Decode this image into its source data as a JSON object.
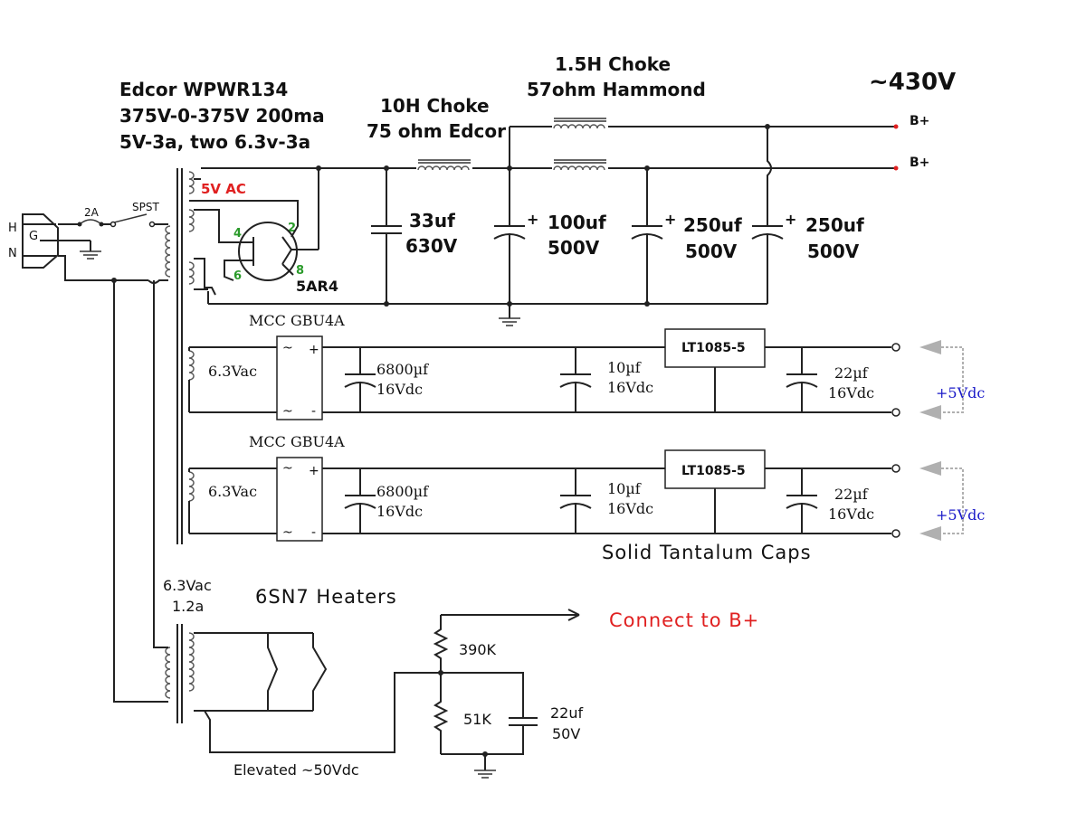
{
  "transformer_label": [
    "Edcor WPWR134",
    "375V-0-375V 200ma",
    "5V-3a, two 6.3v-3a"
  ],
  "choke_10h": [
    "10H Choke",
    "75 ohm Edcor"
  ],
  "choke_15h": [
    "1.5H Choke",
    "57ohm  Hammond"
  ],
  "output_voltage": "~430V",
  "bplus_1": "B+",
  "bplus_2": "B+",
  "fuse": "2A",
  "switch": "SPST",
  "plug_h": "H",
  "plug_g": "G",
  "plug_n": "N",
  "winding_5v": "5V AC",
  "rectifier_tube": "5AR4",
  "tube_pins": [
    "4",
    "2",
    "6",
    "8"
  ],
  "cap_33": [
    "33uf",
    "630V"
  ],
  "cap_100": [
    "100uf",
    "500V"
  ],
  "cap_250a": [
    "250uf",
    "500V"
  ],
  "cap_250b": [
    "250uf",
    "500V"
  ],
  "bridge_1": "MCC GBU4A",
  "bridge_2": "MCC GBU4A",
  "heater_ac_1": "6.3Vac",
  "heater_ac_2": "6.3Vac",
  "cap_6800_1": [
    "6800µf",
    "16Vdc"
  ],
  "cap_10_1": [
    "10µf",
    "16Vdc"
  ],
  "cap_22_1": [
    "22µf",
    "16Vdc"
  ],
  "cap_6800_2": [
    "6800µf",
    "16Vdc"
  ],
  "cap_10_2": [
    "10µf",
    "16Vdc"
  ],
  "cap_22_2": [
    "22µf",
    "16Vdc"
  ],
  "regulator_1": "LT1085-5",
  "regulator_2": "LT1085-5",
  "out_5v_1": "+5Vdc",
  "out_5v_2": "+5Vdc",
  "tantalum_note": "Solid Tantalum Caps",
  "heater_winding": [
    "6.3Vac",
    "1.2a"
  ],
  "heaters_title": "6SN7 Heaters",
  "connect_bplus": "Connect to B+",
  "r_390k": "390K",
  "r_51k": "51K",
  "cap_22_50v": [
    "22uf",
    "50V"
  ],
  "elevated": "Elevated  ~50Vdc",
  "bridge_symbols": [
    "~",
    "+",
    "~",
    "-"
  ],
  "colors": {
    "red_text": "#e02020",
    "blue_text": "#1a1ac8",
    "pin_green": "#2a9a2a",
    "wire": "#222222",
    "arrow_gray": "#b0b0b0"
  }
}
